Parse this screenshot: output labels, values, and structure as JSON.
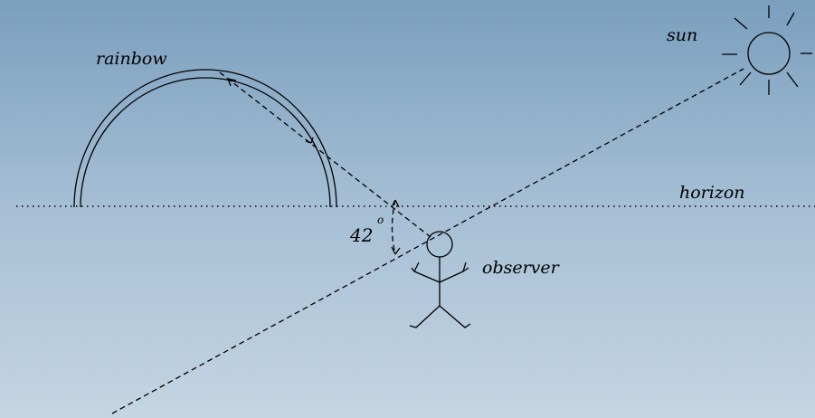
{
  "labels": {
    "rainbow": "rainbow",
    "sun": "sun",
    "horizon": "horizon",
    "observer": "observer",
    "angle": "42",
    "angle_unit": "o"
  },
  "colors": {
    "background_top": "#7b9fbd",
    "background_bottom": "#c5d5e3",
    "ink": "#000000"
  }
}
